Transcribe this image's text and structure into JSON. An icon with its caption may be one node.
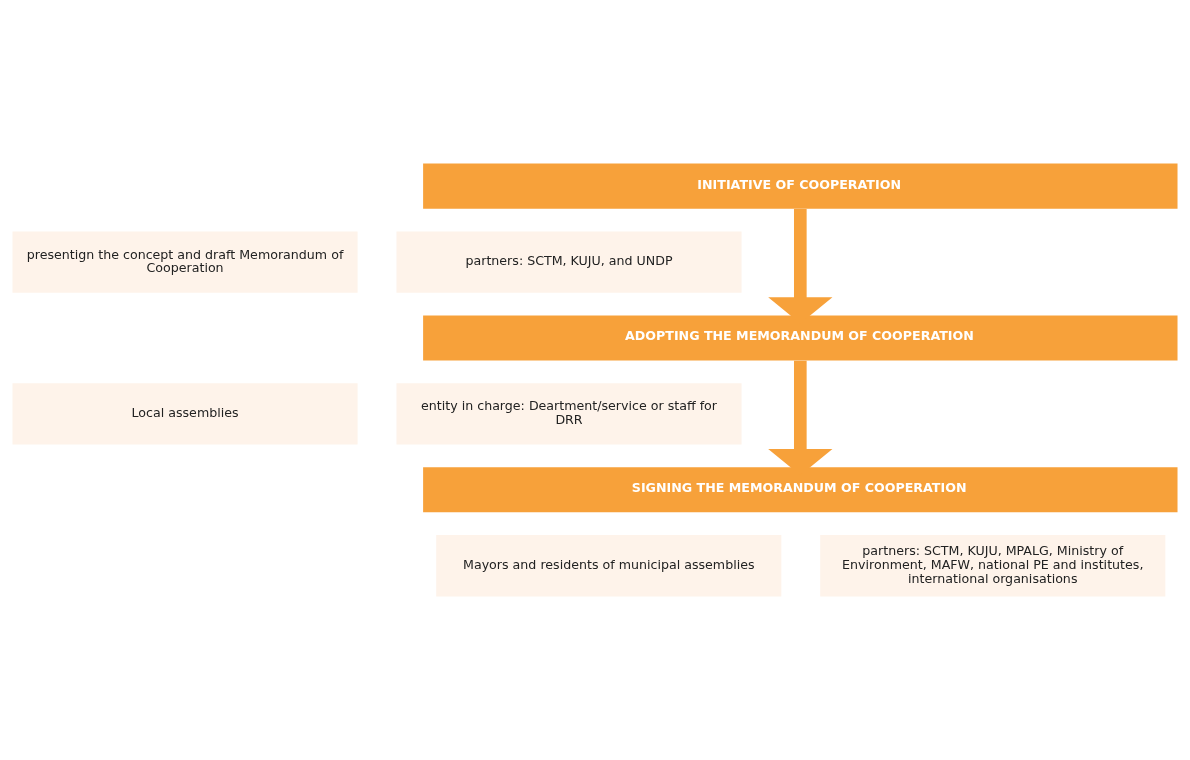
{
  "diagram": {
    "nodes": [
      {
        "text": [
          "INITIATIVE OF COOPERATION"
        ]
      },
      {
        "text": [
          "presentign the concept and draft Memorandum of Cooperation"
        ]
      },
      {
        "text": [
          "partners: SCTM, KUJU, and UNDP"
        ]
      },
      {
        "text": [
          "ADOPTING THE MEMORANDUM OF COOPERATION"
        ]
      },
      {
        "text": [
          "Local assemblies"
        ]
      },
      {
        "text": [
          "entity in charge: Deartment/service or staff for DRR"
        ]
      },
      {
        "text": [
          "SIGNING THE MEMORANDUM OF COOPERATION"
        ]
      },
      {
        "text": [
          "Mayors and residents of municipal assemblies"
        ]
      },
      {
        "text": [
          "partners: SCTM, KUJU, MPALG, Ministry of Environment, MAFW, national PE and institutes, international organisations"
        ]
      }
    ],
    "edges": [
      {
        "from": 0,
        "to": 3,
        "arrow": "to"
      },
      {
        "from": 3,
        "to": 6,
        "arrow": "to"
      }
    ]
  }
}
